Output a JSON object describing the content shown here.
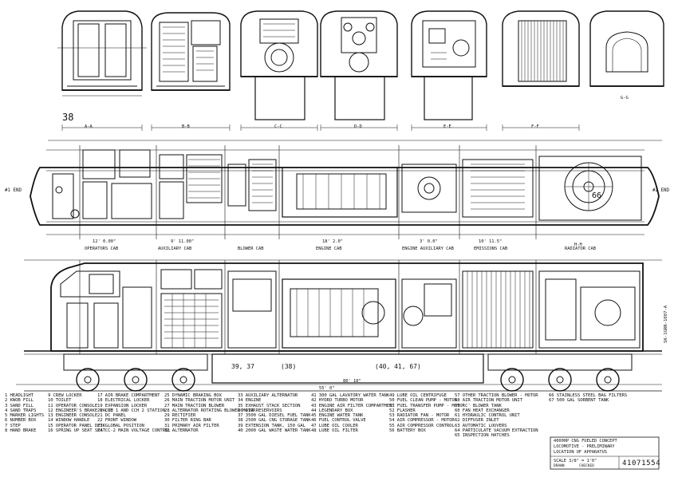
{
  "drawing": {
    "end_left": "#1 END",
    "end_right": "#2 END",
    "overall_length": "80' 10\"",
    "bogie_centers": "55' 0\"",
    "sections": [
      {
        "name": "OPERATORS CAB",
        "dim": "12' 0.00\""
      },
      {
        "name": "AUXILIARY CAB",
        "dim": "9' 11.00\""
      },
      {
        "name": "BLOWER CAB",
        "dim": ""
      },
      {
        "name": "ENGINE CAB",
        "dim": "18' 2.0\""
      },
      {
        "name": "ENGINE AUXILIARY CAB",
        "dim": "3' 0.0\""
      },
      {
        "name": "EMISSIONS CAB",
        "dim": "10' 11.5\""
      },
      {
        "name": "RADIATOR CAB",
        "dim": ""
      }
    ],
    "view_labels": [
      "A-A",
      "B-B",
      "C-C",
      "D-D",
      "E-E",
      "F-F",
      "G-G",
      "H-H"
    ],
    "tank_callout_left": "39, 37",
    "tank_callout_mid": "(38)",
    "tank_callout_right": "(40, 41, 67)",
    "engine_number": "38",
    "radiator_number": "66",
    "vertical_id": "SK-1GRR-1007-A",
    "legend": [
      [
        "1 HEADLIGHT",
        "2 KNOB FILL",
        "3 SAND FILL",
        "4 SAND TRAPS",
        "5 MARKER LIGHTS",
        "6 NUMBER BOX",
        "7 STEP",
        "8 HAND BRAKE"
      ],
      [
        "9 CREW LOCKER",
        "10 TOILET",
        "11 OPERATOR CONSOLE",
        "12 ENGINEER'S BRAKE VALVE",
        "13 ENGINEER CONSOLE",
        "14 WINDOW HANDLE",
        "15 OPERATOR PANEL DESK",
        "16 SPRING UP SEAT SEAT"
      ],
      [
        "17 AIR BRAKE COMPARTMENT",
        "18 ELECTRICAL LOCKER",
        "19 EXPANSION LOCKER",
        "20 CCH 1 AND CCH 2 STATION",
        "21 DC PANEL",
        "22 FRONT WINDOW",
        "23 GLOBAL POSITION",
        "24 CC-2 MAIN VOLTAGE CONTROL"
      ],
      [
        "25 DYNAMIC BRAKING BOX",
        "26 MAIN TRACTION MOTOR UNIT",
        "27 MAIN TRACTION BLOWER",
        "28 ALTERNATOR ROTATING BLOWER MOTOR",
        "29 RECTIFIER",
        "30 FILTER RING BAR",
        "31 PRIMARY AIR FILTER",
        "32 ALTERNATOR"
      ],
      [
        "33 AUXILIARY ALTERNATOR",
        "34 ENGINE",
        "35 EXHAUST STACK SECTION",
        "36 AIR RESERVOIRS",
        "37 3500 GAL DIESEL FUEL TANK",
        "38 2500 GAL CNG STORAGE TANK",
        "39 EXTENSION TANK, 150 GAL",
        "40 2000 GAL WASTE WATER TANK"
      ],
      [
        "41 300 GAL LAVATORY WATER TANK",
        "42 HYDRO TURBO MOTOR",
        "43 ENGINE AIR FILTER COMPARTMENT",
        "44 LEGENDARY BOX",
        "45 ENGINE WATER TANK",
        "46 FUEL CONTROL VALVE",
        "47 LUBE OIL COOLER",
        "48 LUBE OIL FILTER"
      ],
      [
        "49 LUBE OIL CENTRIFUGE",
        "50 FUEL CLEAN PUMP - MOTOR",
        "51 FUEL TRANSFER PUMP - MOTOR",
        "52 FLASHER",
        "53 RADIATOR FAN - MOTOR",
        "54 AIR COMPRESSOR - MOTOR",
        "55 AIR COMPRESSOR CONTROL",
        "56 BATTERY BOX"
      ],
      [
        "57 OTHER TRACTION BLOWER - MOTOR",
        "58 AIR TRACTION MOTOR UNIT",
        "59 'C' BLOWER TANK",
        "60 FAN HEAT EXCHANGER",
        "61 HYDRAULIC CONTROL UNIT",
        "62 DIFFUSER INLET",
        "63 AUTOMATIC LOUVERS",
        "64 PARTICULATE VACUUM EXTRACTION",
        "65 INSPECTION HATCHES"
      ],
      [
        "66 STAINLESS STEEL BAG FILTERS",
        "67 500 GAL SORBENT TANK"
      ]
    ],
    "title_block": {
      "line1": "4000HP CNG FUELED CONCEPT",
      "line2": "LOCOMOTIVE - PRELIMINARY",
      "line3": "LOCATION OF APPARATUS",
      "scale": "SCALE 3/8\" = 1'0\"",
      "drawn": "DRAWN",
      "checked": "CHECKED",
      "drawing_number": "41071554"
    }
  }
}
